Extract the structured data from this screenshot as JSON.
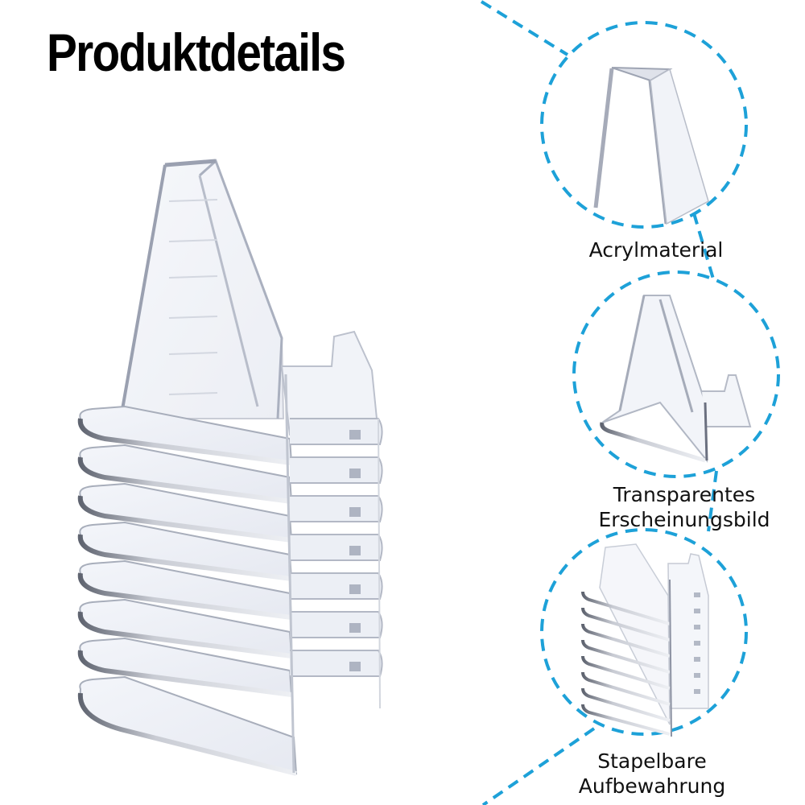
{
  "title": "Produktdetails",
  "accent_color": "#1da1d8",
  "features": [
    {
      "lines": [
        "Acrylmaterial"
      ],
      "icon": "easel-top-closeup"
    },
    {
      "lines": [
        "Transparentes",
        "Erscheinungsbild"
      ],
      "icon": "single-easel-stand"
    },
    {
      "lines": [
        "Stapelbare",
        "Aufbewahrung"
      ],
      "icon": "stacked-easel-stands"
    }
  ],
  "main_image": {
    "subject": "stack of 8 clear acrylic easel display stands",
    "count": 8
  }
}
